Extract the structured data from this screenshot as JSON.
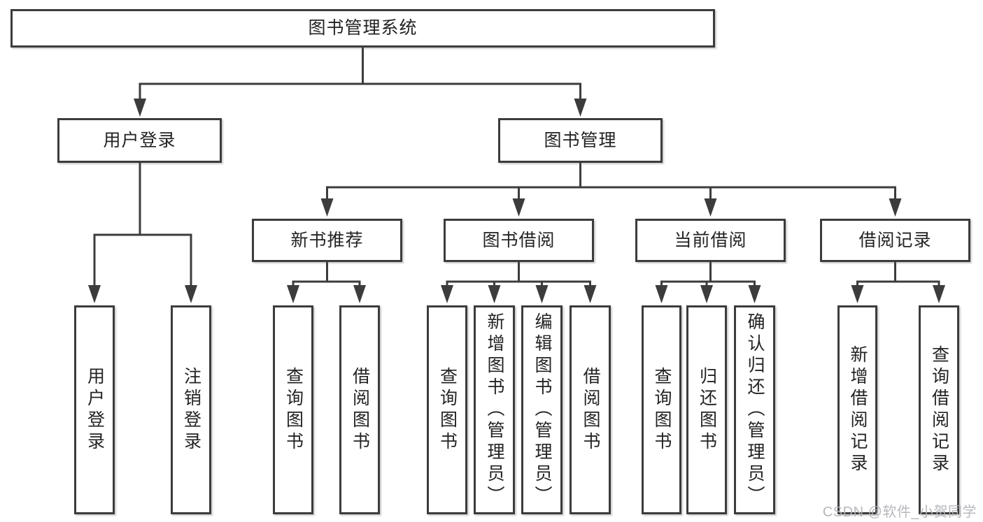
{
  "diagram_type": "hierarchy-tree",
  "nodes": {
    "root": {
      "label": "图书管理系统"
    },
    "user_login": {
      "label": "用户登录"
    },
    "book_mgmt": {
      "label": "图书管理"
    },
    "new_book_rec": {
      "label": "新书推荐"
    },
    "book_borrow": {
      "label": "图书借阅"
    },
    "current_borrow": {
      "label": "当前借阅"
    },
    "borrow_record": {
      "label": "借阅记录"
    },
    "leaves": {
      "user_login": "用户登录",
      "logout": "注销登录",
      "nbr_query_book": "查询图书",
      "nbr_borrow_book": "借阅图书",
      "bb_query_book": "查询图书",
      "bb_add_book": "新增图书（管理员）",
      "bb_edit_book": "编辑图书（管理员）",
      "bb_borrow_book": "借阅图书",
      "cb_query_book": "查询图书",
      "cb_return_book": "归还图书",
      "cb_confirm_return": "确认归还（管理员）",
      "br_add_record": "新增借阅记录",
      "br_query_record": "查询借阅记录"
    }
  },
  "hierarchy": {
    "图书管理系统": {
      "用户登录": [
        "用户登录",
        "注销登录"
      ],
      "图书管理": {
        "新书推荐": [
          "查询图书",
          "借阅图书"
        ],
        "图书借阅": [
          "查询图书",
          "新增图书（管理员）",
          "编辑图书（管理员）",
          "借阅图书"
        ],
        "当前借阅": [
          "查询图书",
          "归还图书",
          "确认归还（管理员）"
        ],
        "借阅记录": [
          "新增借阅记录",
          "查询借阅记录"
        ]
      }
    }
  },
  "watermark": {
    "text": "CSDN @软件_小贺同学",
    "color": "#b0b3b8"
  },
  "colors": {
    "line": "#3c3c3c",
    "box_border": "#3c3c3c",
    "box_fill": "#ffffff",
    "text": "#232323",
    "background": "#ffffff"
  }
}
